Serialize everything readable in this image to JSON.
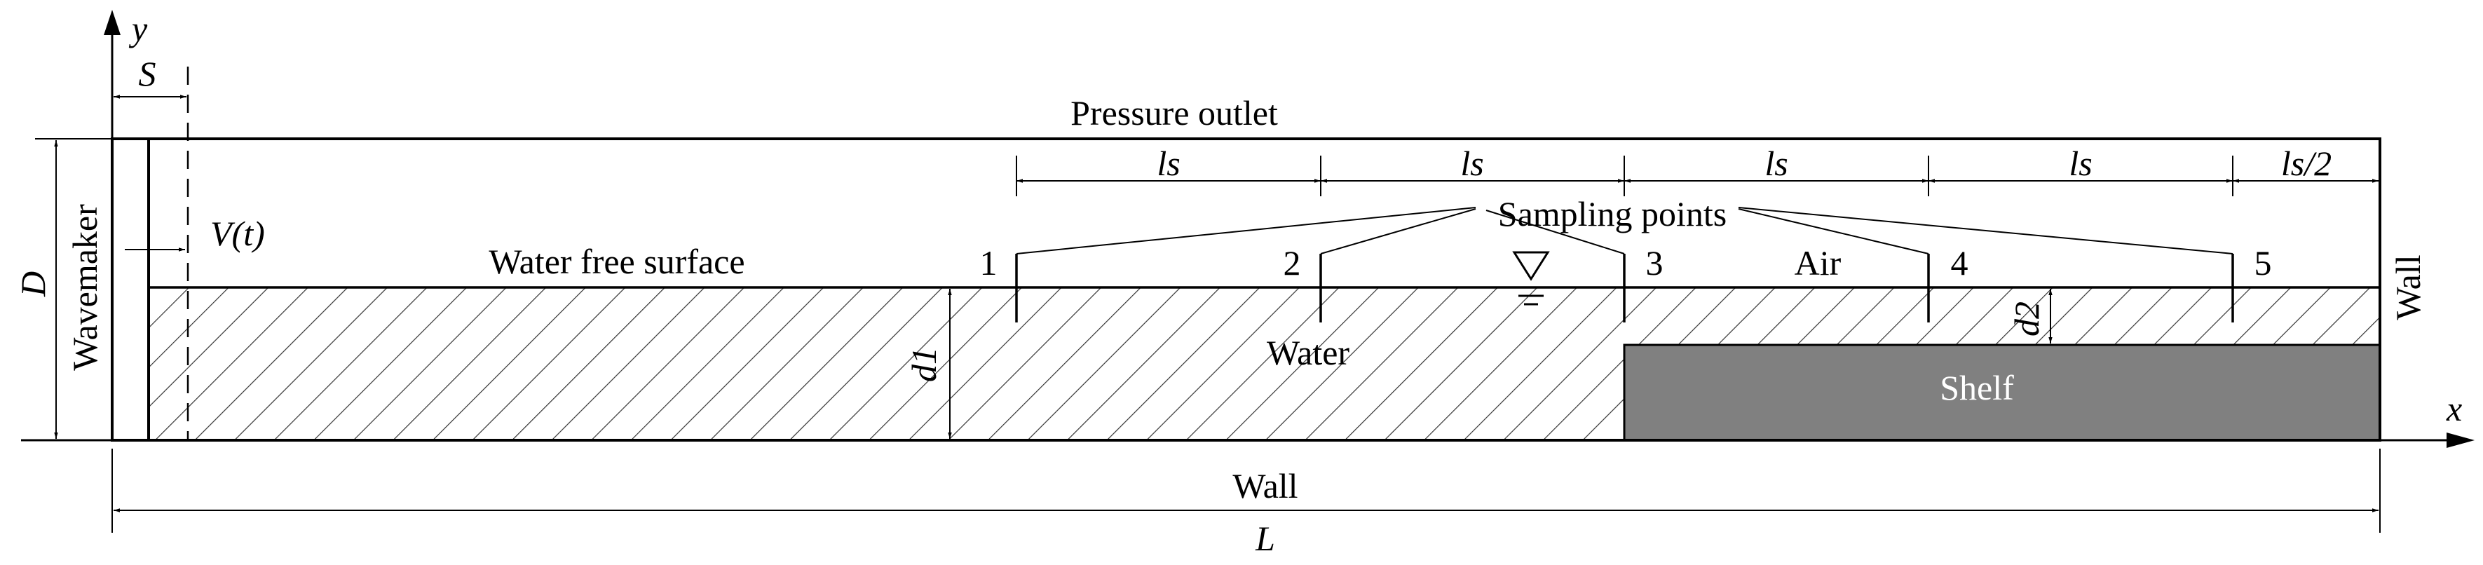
{
  "labels": {
    "pressure_outlet": "Pressure outlet",
    "sampling_points": "Sampling points",
    "water_free_surface": "Water free surface",
    "air": "Air",
    "water": "Water",
    "shelf": "Shelf",
    "wall_right": "Wall",
    "wall_bottom": "Wall",
    "wavemaker": "Wavemaker",
    "velocity": "V(t)",
    "s": "S",
    "d_depth": "D",
    "d1": "d1",
    "d2": "d2",
    "x_axis": "x",
    "y_axis": "y",
    "length": "L",
    "ls": "ls",
    "ls_half": "ls/2"
  },
  "sampling_point_numbers": [
    "1",
    "2",
    "3",
    "4",
    "5"
  ],
  "colors": {
    "line": "#000000",
    "shelf_fill": "#808080",
    "shelf_text": "#ffffff",
    "hatch": "#333333"
  },
  "icons": [
    "water-level-symbol-icon",
    "x-axis-arrow-icon",
    "y-axis-arrow-icon"
  ]
}
